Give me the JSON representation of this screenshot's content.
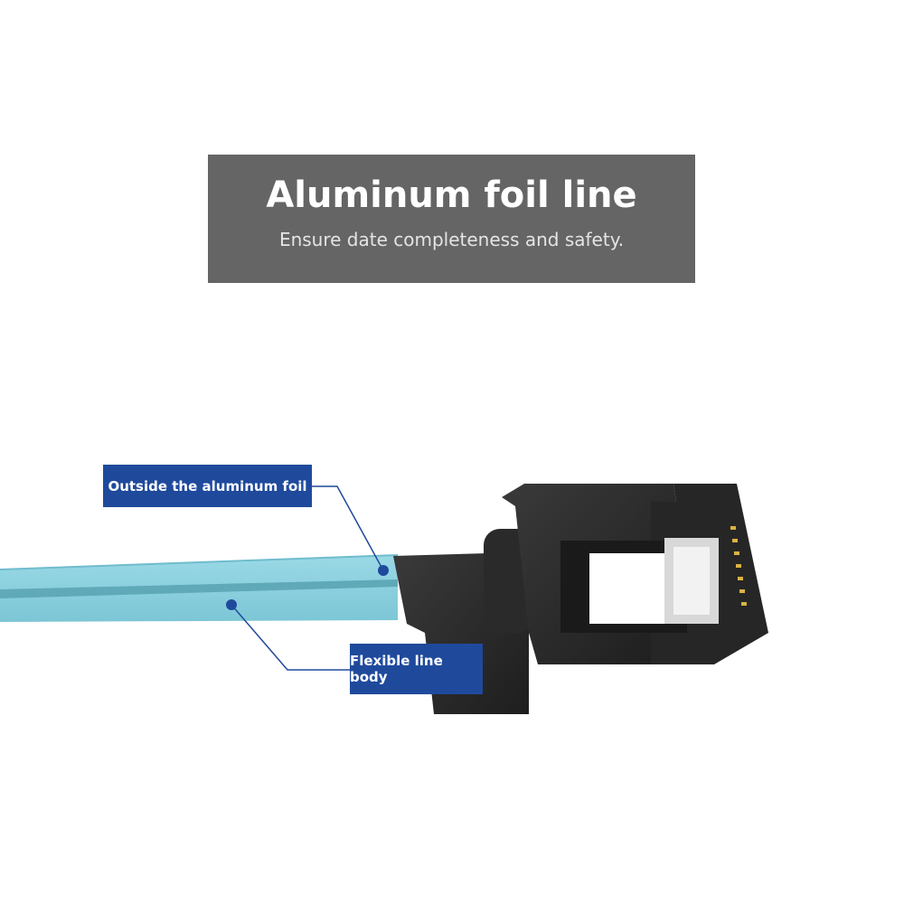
{
  "banner": {
    "title": "Aluminum foil line",
    "subtitle": "Ensure date completeness and safety."
  },
  "callouts": {
    "foil": "Outside the aluminum foil",
    "body": "Flexible line body"
  },
  "colors": {
    "banner": "#656565",
    "callout": "#1f4a9c",
    "cable": "#86d0de",
    "connector": "#2b2b2b"
  }
}
